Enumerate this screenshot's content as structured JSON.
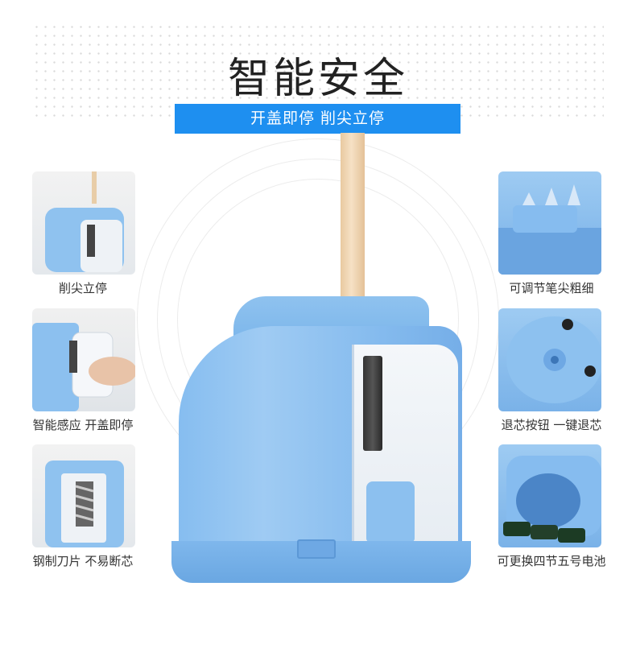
{
  "title": "智能安全",
  "banner": "开盖即停 削尖立停",
  "features": {
    "left": [
      {
        "label": "削尖立停"
      },
      {
        "label": "智能感应 开盖即停"
      },
      {
        "label": "钢制刀片 不易断芯"
      }
    ],
    "right": [
      {
        "label": "可调节笔尖粗细"
      },
      {
        "label": "退芯按钮 一键退芯"
      },
      {
        "label": "可更换四节五号电池"
      }
    ]
  },
  "colors": {
    "accent": "#1e8ff0",
    "product_blue": "#86bdf0"
  }
}
